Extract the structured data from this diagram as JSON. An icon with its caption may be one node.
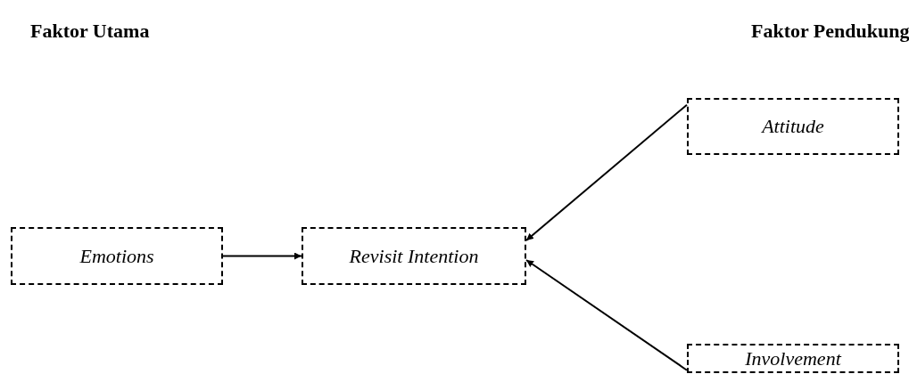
{
  "diagram": {
    "nodes": [
      {
        "text": [
          "Attitude"
        ]
      },
      {
        "text": [
          "Emotions"
        ]
      },
      {
        "text": [
          "Revisit Intention"
        ]
      },
      {
        "text": [
          "Involvement"
        ]
      }
    ],
    "edges": [
      {
        "from": 1,
        "to": 2,
        "arrow": "to"
      },
      {
        "from": 0,
        "to": 2,
        "arrow": "to"
      },
      {
        "from": 3,
        "to": 2,
        "arrow": "to"
      }
    ],
    "labels": [
      "Faktor Utama",
      "Faktor Pendukung"
    ]
  }
}
